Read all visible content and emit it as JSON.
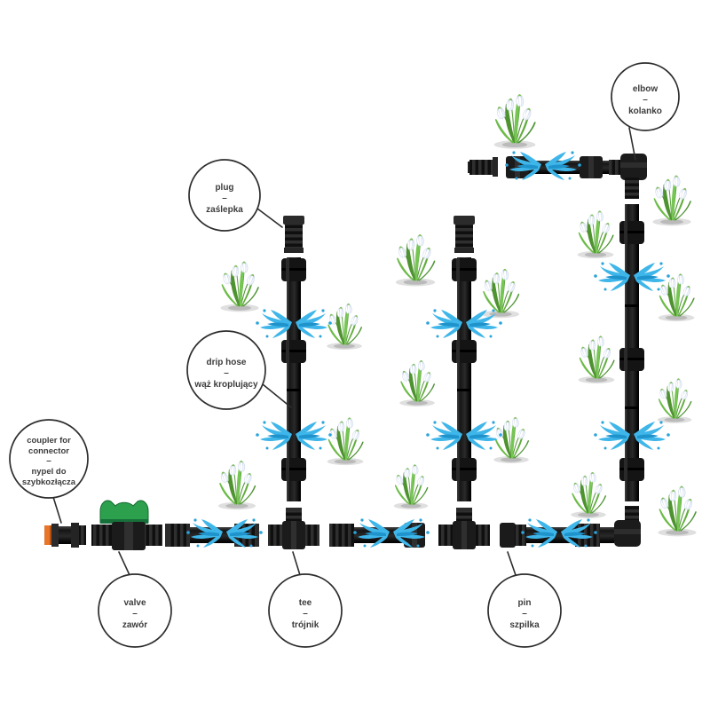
{
  "diagram": {
    "type": "drip-irrigation-parts-diagram",
    "callouts": {
      "elbow": {
        "lines": [
          "elbow",
          "–",
          "kolanko"
        ]
      },
      "plug": {
        "lines": [
          "plug",
          "–",
          "zaślepka"
        ]
      },
      "drip_hose": {
        "lines": [
          "drip hose",
          "–",
          "wąż kroplujący"
        ]
      },
      "coupler": {
        "lines": [
          "coupler for",
          "connector",
          "–",
          "nypel do",
          "szybkozłącza"
        ]
      },
      "valve": {
        "lines": [
          "valve",
          "–",
          "zawór"
        ]
      },
      "tee": {
        "lines": [
          "tee",
          "–",
          "trójnik"
        ]
      },
      "pin": {
        "lines": [
          "pin",
          "–",
          "szpilka"
        ]
      }
    },
    "colors": {
      "background": "#ffffff",
      "pipe_black": "#1b1b1b",
      "valve_handle_green": "#2ca04c",
      "coupler_ring_orange": "#e8762a",
      "spray_blue": "#3fb6e9",
      "spray_blue_dark": "#1f93cc",
      "leaf_green": "#61ad3d",
      "petal_white": "#ffffff",
      "outline": "#2d2d2d",
      "label_text": "#3c3c3c"
    },
    "icons": {
      "spray": "water-spray-icon",
      "flower": "snowdrop-flower",
      "callout": "callout-circle"
    }
  }
}
